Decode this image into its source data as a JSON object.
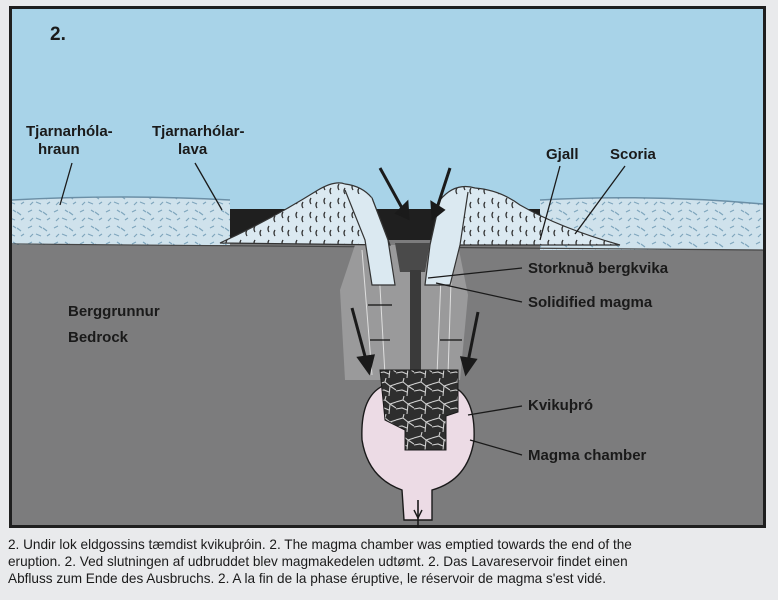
{
  "panel": {
    "number": "2.",
    "labels": {
      "lava_is": [
        "Tjarnarhóla-",
        "hraun"
      ],
      "lava_en": [
        "Tjarnarhólar-",
        "lava"
      ],
      "scoria_is": "Gjall",
      "scoria_en": "Scoria",
      "bedrock_is": "Berggrunnur",
      "bedrock_en": "Bedrock",
      "magma_is": "Storknuð bergkvika",
      "magma_en": "Solidified magma",
      "chamber_is": "Kvikuþró",
      "chamber_en": "Magma chamber"
    }
  },
  "caption": {
    "lines": [
      "2. Undir lok eldgossins tæmdist kvikuþróin.  2. The magma chamber was emptied towards the end of the",
      "eruption.  2. Ved slutningen af udbruddet blev magmakedelen udtømt.  2. Das Lavareservoir findet einen",
      "Abfluss zum Ende des Ausbruchs.  2. A la fin de la phase éruptive, le réservoir de magma s'est vidé."
    ]
  },
  "colors": {
    "sky": "#a8d3e8",
    "lava_layer": "#c9dde8",
    "bedrock": "#7c7c7d",
    "chamber": "#ecdbe5",
    "frame": "#1f1f1f"
  }
}
